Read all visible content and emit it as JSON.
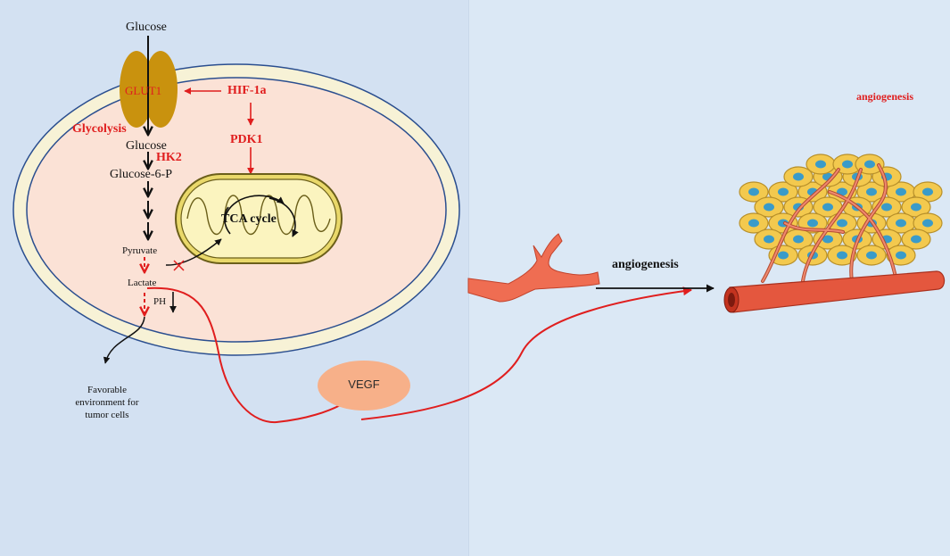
{
  "labels": {
    "glucose_top": "Glucose",
    "glut1": "GLUT1",
    "hif": "HIF-1a",
    "glycolysis": "Glycolysis",
    "pdk1": "PDK1",
    "glucose_in": "Glucose",
    "hk2": "HK2",
    "g6p": "Glucose-6-P",
    "tca": "TCA cycle",
    "pyruvate": "Pyruvate",
    "lactate": "Lactate",
    "ph": "PH",
    "favorable_1": "Favorable",
    "favorable_2": "environment for",
    "favorable_3": "tumor cells",
    "vegf": "VEGF",
    "angiogenesis_top": "angiogenesis",
    "angiogenesis_mid": "angiogenesis"
  },
  "colors": {
    "left_panel": "#d3e1f2",
    "right_panel": "#dbe8f5",
    "cell_outer": "#f7f2d6",
    "cell_border": "#2a4e8f",
    "cytoplasm": "#fbe2d6",
    "glut1": "#c9920e",
    "mito_outer": "#e9d86a",
    "mito_inner": "#fbf4bf",
    "vegf": "#f7b089",
    "vessel": "#ef6d52",
    "arrow_red": "#e01e1e",
    "tumor_cell": "#f3c94e",
    "nucleus": "#3a9bc9"
  }
}
